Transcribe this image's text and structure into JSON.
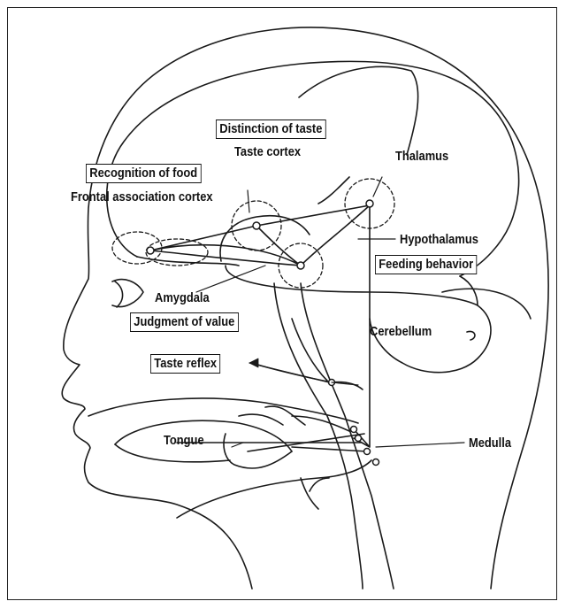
{
  "labels": {
    "distinction_of_taste": "Distinction of taste",
    "taste_cortex": "Taste cortex",
    "thalamus": "Thalamus",
    "recognition_of_food": "Recognition of food",
    "frontal_association_cortex": "Frontal association cortex",
    "hypothalamus": "Hypothalamus",
    "feeding_behavior": "Feeding behavior",
    "amygdala": "Amygdala",
    "judgment_of_value": "Judgment of value",
    "cerebellum": "Cerebellum",
    "taste_reflex": "Taste reflex",
    "tongue": "Tongue",
    "medulla": "Medulla"
  },
  "colors": {
    "line": "#1a1a1a",
    "background": "#ffffff"
  }
}
